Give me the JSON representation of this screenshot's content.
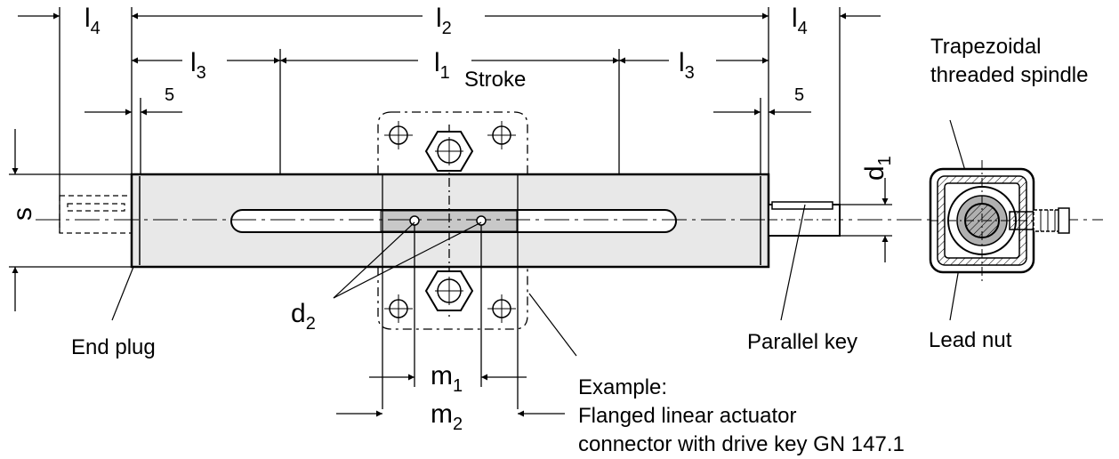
{
  "dimensions": {
    "l4_left": "l",
    "l4_left_sub": "4",
    "l2": "l",
    "l2_sub": "2",
    "l4_right": "l",
    "l4_right_sub": "4",
    "l3_left": "l",
    "l3_left_sub": "3",
    "l1": "l",
    "l1_sub": "1",
    "l3_right": "l",
    "l3_right_sub": "3",
    "five_left": "5",
    "five_right": "5",
    "s": "s",
    "d1": "d",
    "d1_sub": "1",
    "d2": "d",
    "d2_sub": "2",
    "m1": "m",
    "m1_sub": "1",
    "m2": "m",
    "m2_sub": "2"
  },
  "labels": {
    "stroke": "Stroke",
    "spindle_line1": "Trapezoidal",
    "spindle_line2": "threaded spindle",
    "end_plug": "End plug",
    "parallel_key": "Parallel key",
    "lead_nut": "Lead nut",
    "example_line1": "Example:",
    "example_line2": "Flanged linear actuator",
    "example_line3": "connector with drive key GN 147.1"
  },
  "colors": {
    "body_fill": "#e8e8e8",
    "slot_fill": "#c8c8c8",
    "nut_fill": "#b0b0b0",
    "line": "#000000"
  }
}
